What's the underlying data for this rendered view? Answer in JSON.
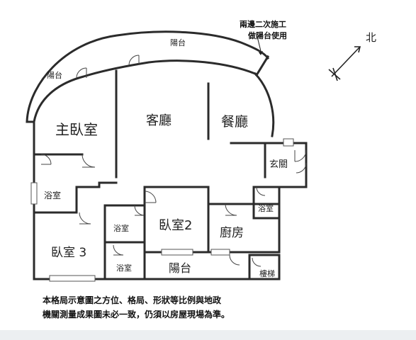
{
  "annotation": {
    "line1": "兩邊二次施工",
    "line2": "做陽台使用"
  },
  "compass": {
    "label": "北"
  },
  "rooms": {
    "balcony_top": "陽台",
    "balcony_left": "陽台",
    "master_bedroom": "主臥室",
    "living_room": "客廳",
    "dining_room": "餐廳",
    "entrance": "玄關",
    "bathroom_left": "浴室",
    "bathroom_mid": "浴室",
    "bathroom_bottom": "浴室",
    "bathroom_right": "浴室",
    "bedroom2": "臥室2",
    "bedroom3": "臥室 3",
    "kitchen": "廚房",
    "balcony_bottom": "陽台",
    "stairs": "樓梯"
  },
  "disclaimer": {
    "line1": "本格局示意圖之方位、格局、形狀等比例與地政",
    "line2": "機關測量成果圖未必一致，仍須以房屋現場為準。"
  }
}
